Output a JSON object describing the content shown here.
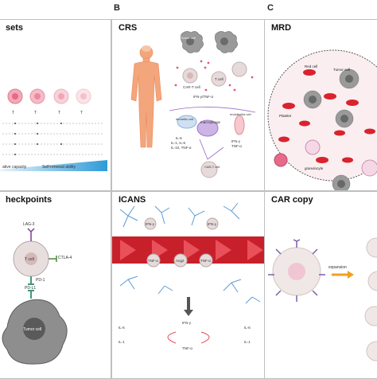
{
  "letters": {
    "b": "B",
    "c": "C"
  },
  "subsets": {
    "title": "sets",
    "cells": [
      "T",
      "T",
      "T",
      "T"
    ],
    "caption_left": "ative capacity",
    "caption_right": "Self-renewal ability"
  },
  "crs": {
    "title": "CRS",
    "tumor_cell": "Tumor cell",
    "car_t_cell": "CAR-T cell",
    "t_cell": "T cell",
    "ifn_tnf": "IFN-γ/TNF-α",
    "dendritic_cell": "dendritic cell",
    "macrophage": "macrophage",
    "endothelial_cell": "endothelial cell",
    "cytokines": [
      "IL-6",
      "IL-1, IL-6",
      "IL-10, TNF-α"
    ],
    "ifn_tnf_2": [
      "IFN-γ",
      "TNF-α"
    ],
    "car_t_bottom": "CAR-T cell"
  },
  "mrd": {
    "title": "MRD",
    "red_cell": "Red cell",
    "tumor_cell": "Tumor cell",
    "platelet": "Platelet",
    "granulocyte": "granulocyte"
  },
  "checkpoints": {
    "title": "heckpoints",
    "lag3": "LAG-3",
    "t_cell": "T cell",
    "ctla4": "CTLA-4",
    "pd1": "PD-1",
    "pdl1": "PD-L1",
    "tumor_cell": "Tumor cell"
  },
  "icans": {
    "title": "ICANS",
    "ifn": "IFN-γ",
    "tnf": "TNF-α",
    "ang2": "Ang2",
    "il6": "IL-6",
    "il1": "IL-1"
  },
  "car_copy": {
    "title": "CAR copy",
    "expansion": "expansion"
  },
  "colors": {
    "border": "#bfbfbf",
    "vessel": "#c8202a",
    "tumor": "#8a8a8a",
    "tcell": "#e8e0e0",
    "astro": "#5b9bd5",
    "red_cell": "#d9232e"
  }
}
